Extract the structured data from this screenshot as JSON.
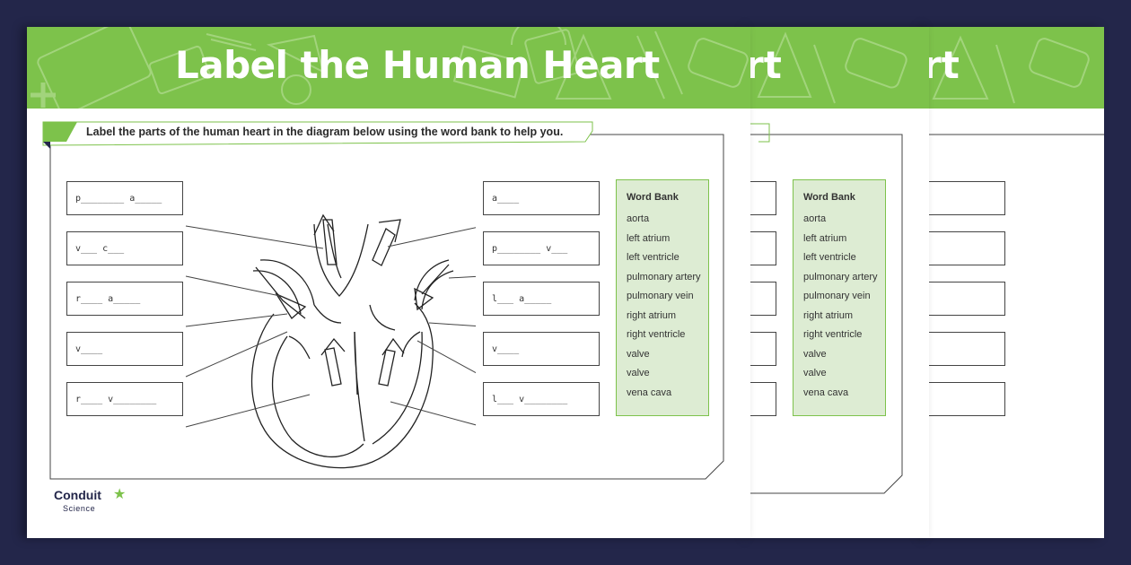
{
  "worksheet": {
    "title": "Label the Human Heart",
    "title_fragment": "rt",
    "instruction": "Label the parts of the human heart in the diagram below using the word bank to help you.",
    "left_labels": [
      "p________ a_____",
      "v___ c___",
      "r____ a_____",
      "v____",
      "r____ v________"
    ],
    "right_labels": [
      "a____",
      "p________ v___",
      "l___ a_____",
      "v____",
      "l___ v________"
    ],
    "word_bank": {
      "title": "Word Bank",
      "words": [
        "aorta",
        "left atrium",
        "left ventricle",
        "pulmonary artery",
        "pulmonary vein",
        "right atrium",
        "right ventricle",
        "valve",
        "valve",
        "vena cava"
      ]
    },
    "logo": {
      "brand": "Conduit",
      "sub": "Science"
    }
  },
  "theme": {
    "banner": "#7dc24b",
    "background": "#23264a",
    "bank_fill": "#ddecd3"
  },
  "icons": [
    "star-icon"
  ]
}
